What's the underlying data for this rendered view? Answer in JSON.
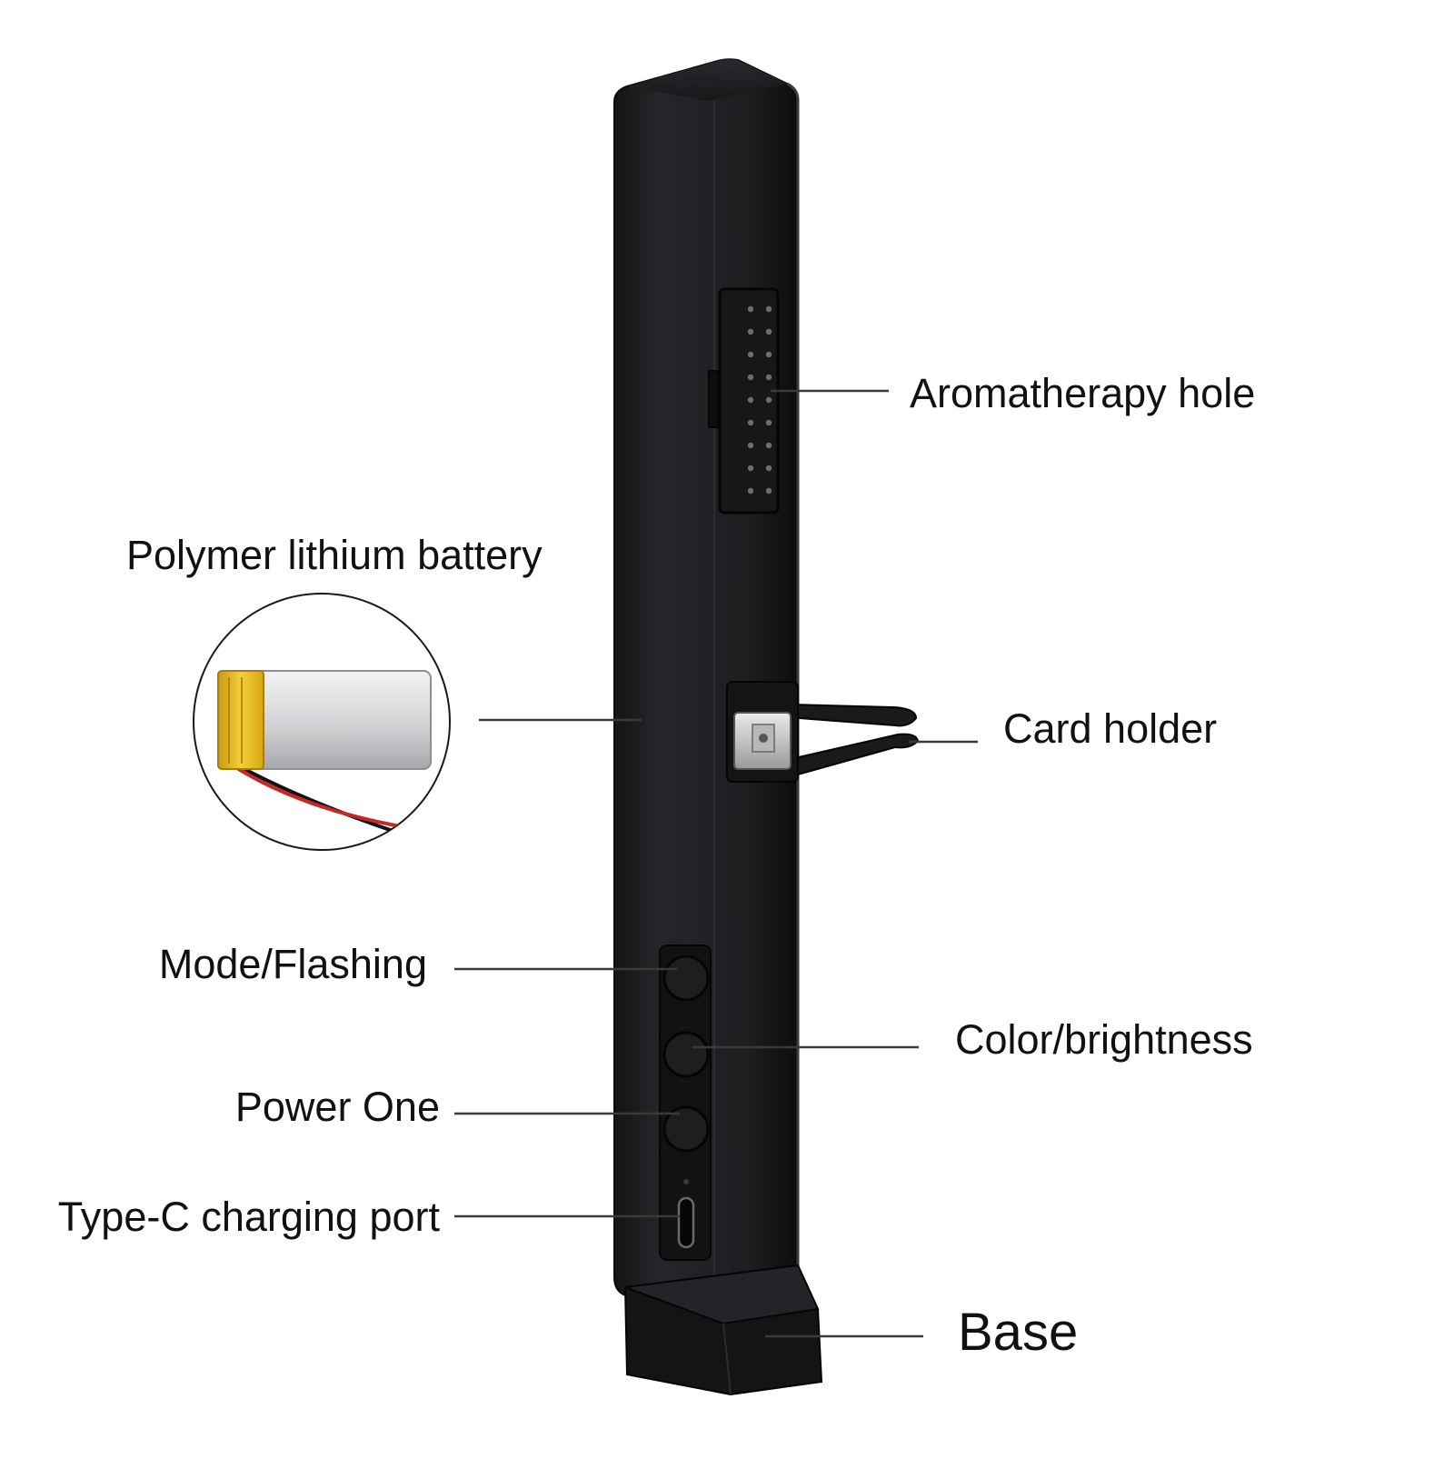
{
  "labels": {
    "aromatherapy_hole": "Aromatherapy hole",
    "polymer_lithium_battery": "Polymer lithium battery",
    "card_holder": "Card holder",
    "mode_flashing": "Mode/Flashing",
    "color_brightness": "Color/brightness",
    "power_one": "Power One",
    "type_c_charging_port": "Type-C charging port",
    "base": "Base"
  },
  "colors": {
    "device_body": "#1c1c1e",
    "device_edge": "#0a0a0b",
    "leader_line": "#3a3a3a",
    "battery_wrap": "#e2b51c",
    "battery_foil": "#d9d9dc",
    "wire_red": "#c62828",
    "wire_black": "#111111"
  }
}
